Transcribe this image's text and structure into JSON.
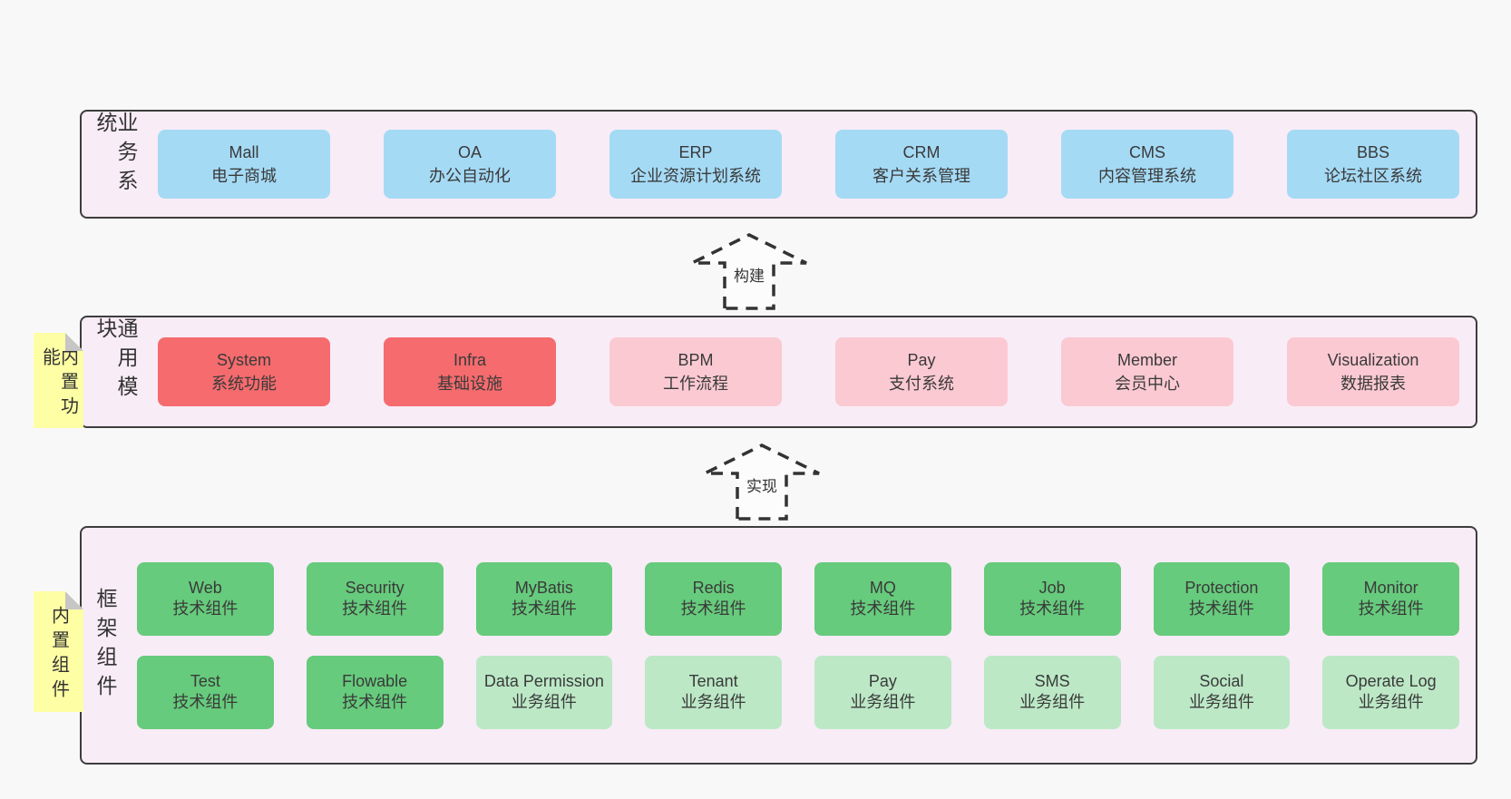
{
  "diagram": {
    "layers": [
      {
        "label": "业务系统",
        "items": [
          {
            "name": "Mall",
            "desc": "电子商城"
          },
          {
            "name": "OA",
            "desc": "办公自动化"
          },
          {
            "name": "ERP",
            "desc": "企业资源计划系统"
          },
          {
            "name": "CRM",
            "desc": "客户关系管理"
          },
          {
            "name": "CMS",
            "desc": "内容管理系统"
          },
          {
            "name": "BBS",
            "desc": "论坛社区系统"
          }
        ]
      },
      {
        "label": "通用模块",
        "note": "内置功能",
        "items": [
          {
            "name": "System",
            "desc": "系统功能"
          },
          {
            "name": "Infra",
            "desc": "基础设施"
          },
          {
            "name": "BPM",
            "desc": "工作流程"
          },
          {
            "name": "Pay",
            "desc": "支付系统"
          },
          {
            "name": "Member",
            "desc": "会员中心"
          },
          {
            "name": "Visualization",
            "desc": "数据报表"
          }
        ]
      },
      {
        "label": "框架组件",
        "note": "内置组件",
        "row1": [
          {
            "name": "Web",
            "desc": "技术组件"
          },
          {
            "name": "Security",
            "desc": "技术组件"
          },
          {
            "name": "MyBatis",
            "desc": "技术组件"
          },
          {
            "name": "Redis",
            "desc": "技术组件"
          },
          {
            "name": "MQ",
            "desc": "技术组件"
          },
          {
            "name": "Job",
            "desc": "技术组件"
          },
          {
            "name": "Protection",
            "desc": "技术组件"
          },
          {
            "name": "Monitor",
            "desc": "技术组件"
          }
        ],
        "row2": [
          {
            "name": "Test",
            "desc": "技术组件"
          },
          {
            "name": "Flowable",
            "desc": "技术组件"
          },
          {
            "name": "Data Permission",
            "desc": "业务组件"
          },
          {
            "name": "Tenant",
            "desc": "业务组件"
          },
          {
            "name": "Pay",
            "desc": "业务组件"
          },
          {
            "name": "SMS",
            "desc": "业务组件"
          },
          {
            "name": "Social",
            "desc": "业务组件"
          },
          {
            "name": "Operate Log",
            "desc": "业务组件"
          }
        ]
      }
    ],
    "arrows": [
      {
        "label": "构建"
      },
      {
        "label": "实现"
      }
    ],
    "colors": {
      "blue": "#a5daf5",
      "red": "#f56b6e",
      "pink": "#fbc9d2",
      "green_dark": "#66cb7c",
      "green_light": "#bce8c6",
      "note_yellow": "#feffa4",
      "layer_bg": "#f8ecf6",
      "ink": "#3a3a3a",
      "border": "#3d3d3d",
      "page_bg": "#f8f8f8"
    }
  }
}
